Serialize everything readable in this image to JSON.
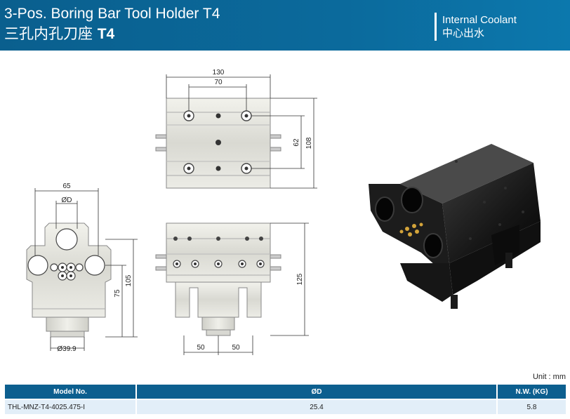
{
  "header": {
    "title_en": "3-Pos. Boring Bar Tool Holder T4",
    "title_cn": "三孔内孔刀座",
    "title_code": "T4",
    "coolant_en": "Internal Coolant",
    "coolant_cn": "中心出水"
  },
  "drawing": {
    "top_view": {
      "dim_overall": "130",
      "dim_pitch": "70",
      "dim_height": "108",
      "dim_spacing": "62"
    },
    "front_view": {
      "dim_width": "65",
      "dim_bore": "ØD",
      "dim_total": "105",
      "dim_center": "75",
      "dim_shank": "Ø39.9"
    },
    "side_view": {
      "dim_height": "125",
      "dim_left": "50",
      "dim_right": "50"
    }
  },
  "unit_label": "Unit : mm",
  "table": {
    "headers": [
      "Model No.",
      "ØD",
      "N.W. (KG)"
    ],
    "rows": [
      [
        "THL-MNZ-T4-4025.475-I",
        "25.4",
        "5.8"
      ]
    ]
  },
  "colors": {
    "header_blue": "#0b6a9c",
    "table_header": "#0c5f8f",
    "table_row": "#e2eef8"
  }
}
